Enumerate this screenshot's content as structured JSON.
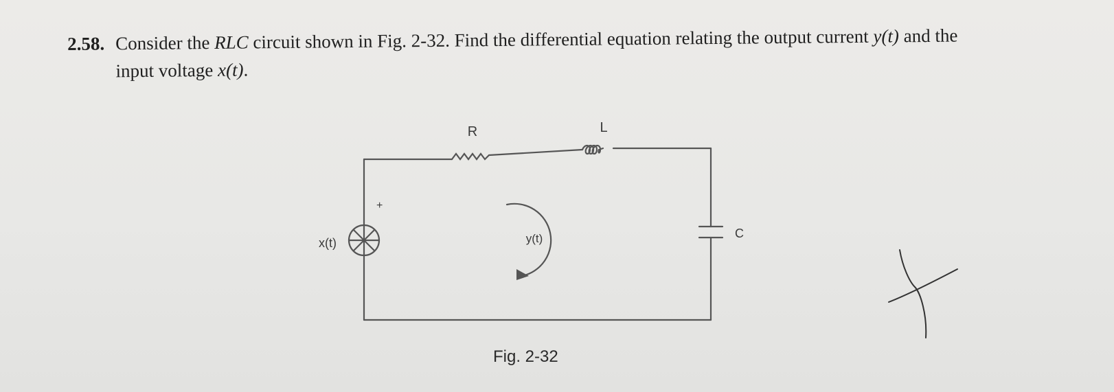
{
  "problem": {
    "number": "2.58.",
    "text_before_rlc": "Consider the ",
    "rlc": "RLC",
    "text_after_rlc": " circuit shown in Fig. 2-32. Find the differential equation relating the output current ",
    "output": "y(t)",
    "text_and_the": " and the",
    "line2_prefix": "input voltage ",
    "input": "x(t)",
    "line2_suffix": "."
  },
  "figure": {
    "label_R": "R",
    "label_L": "L",
    "label_C": "C",
    "label_source": "x(t)",
    "label_plus": "+",
    "label_current": "y(t)",
    "caption": "Fig. 2-32"
  },
  "colors": {
    "ink": "#1f1f1f",
    "wire": "#555555",
    "pencil": "#333333"
  }
}
